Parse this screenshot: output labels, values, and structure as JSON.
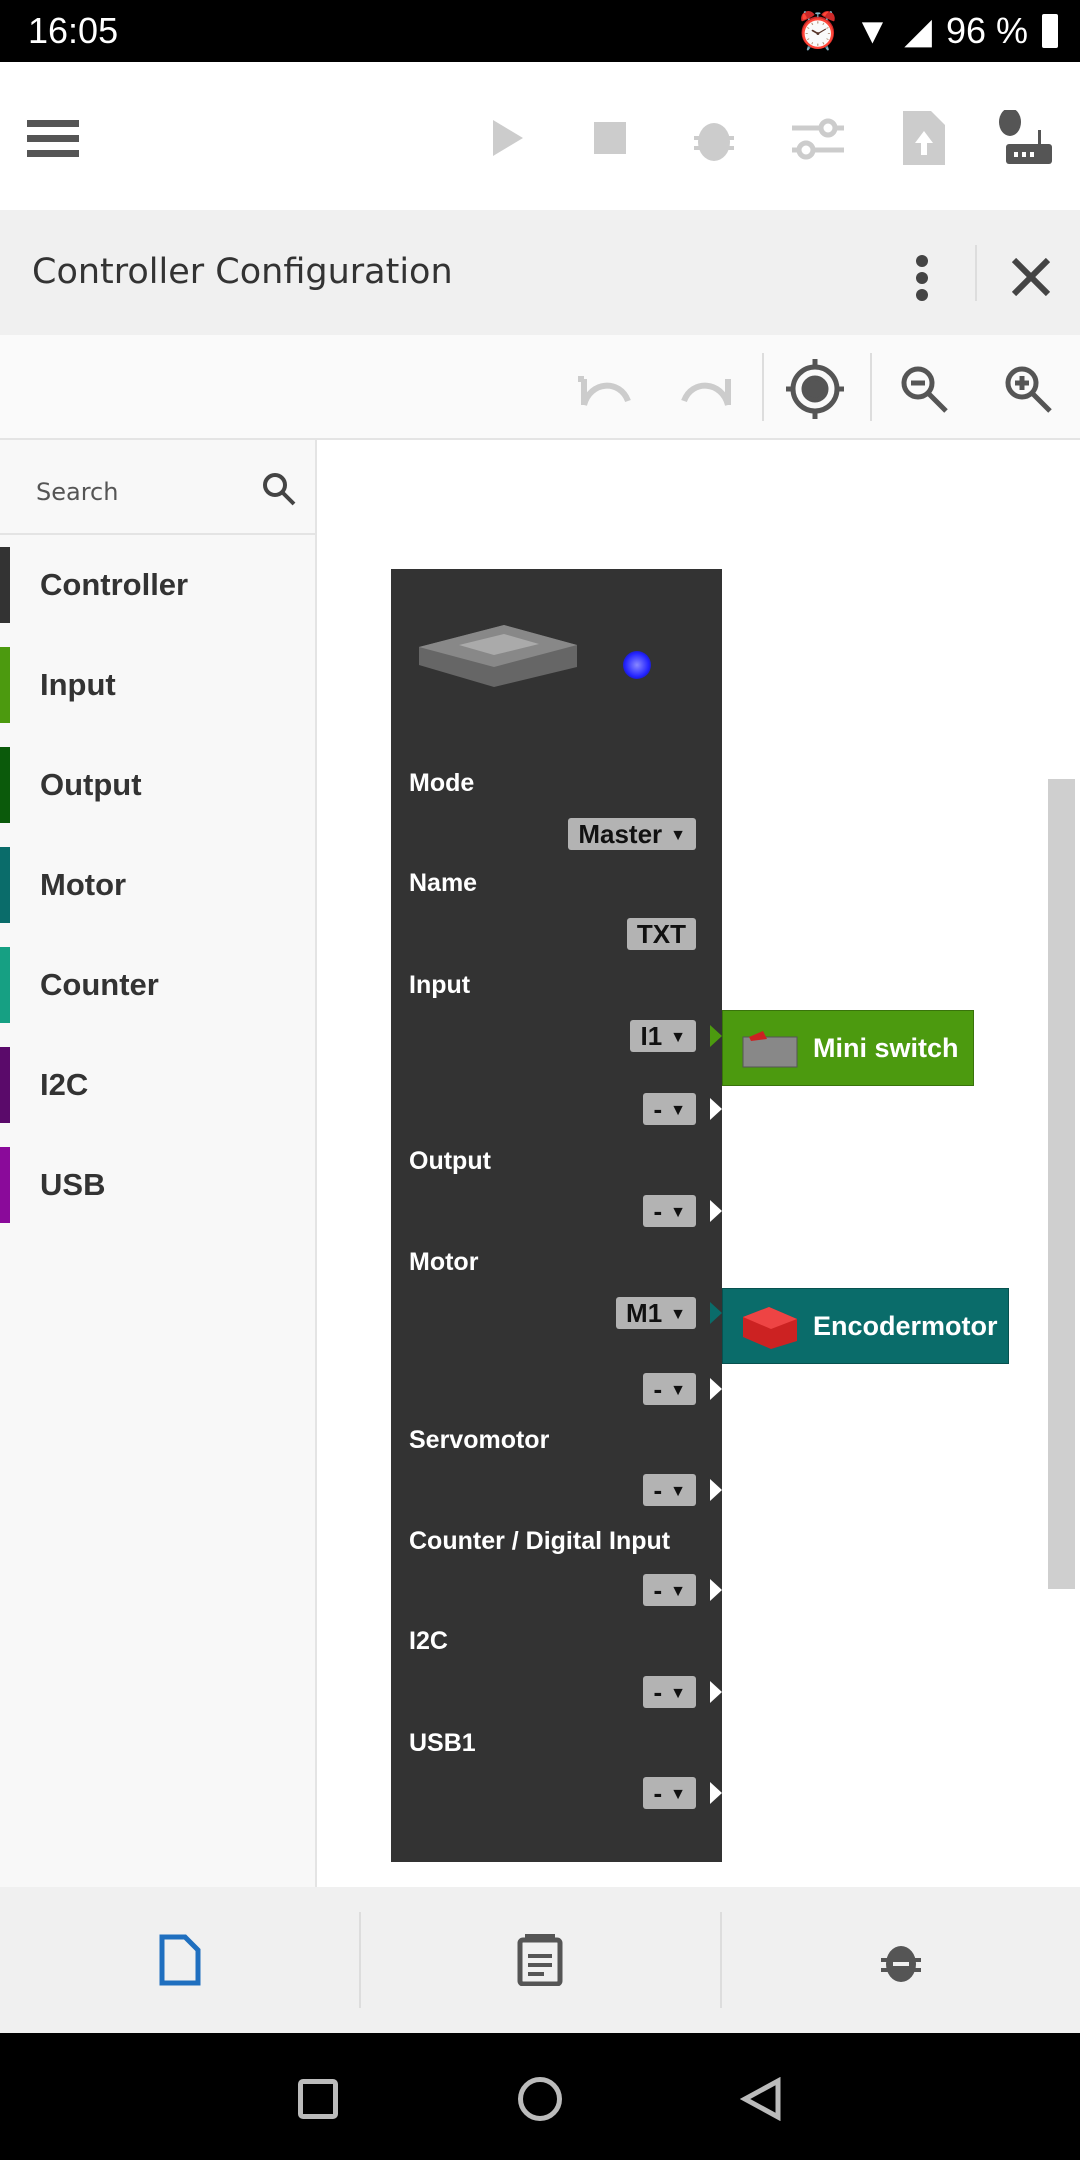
{
  "status": {
    "time": "16:05",
    "battery": "96 %"
  },
  "toolbar": {
    "icons": [
      "menu-icon",
      "play-icon",
      "stop-icon",
      "debug-icon",
      "settings-sliders-icon",
      "upload-file-icon",
      "controller-connection-icon"
    ]
  },
  "header": {
    "title": "Controller Configuration"
  },
  "sidebar": {
    "search_placeholder": "Search",
    "items": [
      {
        "label": "Controller",
        "color": "#333333"
      },
      {
        "label": "Input",
        "color": "#4c9a0f"
      },
      {
        "label": "Output",
        "color": "#0b5a0b"
      },
      {
        "label": "Motor",
        "color": "#0a6c6a"
      },
      {
        "label": "Counter",
        "color": "#16a083"
      },
      {
        "label": "I2C",
        "color": "#5a0a6a"
      },
      {
        "label": "USB",
        "color": "#8a0a9a"
      }
    ]
  },
  "controller": {
    "mode_label": "Mode",
    "mode_value": "Master",
    "name_label": "Name",
    "name_value": "TXT",
    "input_label": "Input",
    "input_value": "I1",
    "input_value2": "-",
    "output_label": "Output",
    "output_value": "-",
    "motor_label": "Motor",
    "motor_value": "M1",
    "motor_value2": "-",
    "servo_label": "Servomotor",
    "servo_value": "-",
    "counter_label": "Counter / Digital Input",
    "counter_value": "-",
    "i2c_label": "I2C",
    "i2c_value": "-",
    "usb_label": "USB1",
    "usb_value": "-"
  },
  "attached": {
    "input": {
      "label": "Mini switch",
      "color": "#4c9a0f"
    },
    "motor": {
      "label": "Encodermotor",
      "color": "#0a6c6a"
    }
  }
}
